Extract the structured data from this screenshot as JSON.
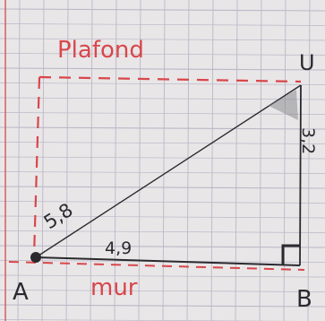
{
  "labels": {
    "ceiling": "Plafond",
    "wall": "mur",
    "point_a": "A",
    "point_b": "B",
    "point_u": "U"
  },
  "measures": {
    "hypotenuse": "5,8",
    "base": "4,9",
    "height": "3,2"
  },
  "colors": {
    "paper": "#e9e6e8",
    "grid": "#b9b8c6",
    "margin_line": "#d95c61",
    "red_ink": "#d8474a",
    "pencil": "#2a2a2e"
  }
}
